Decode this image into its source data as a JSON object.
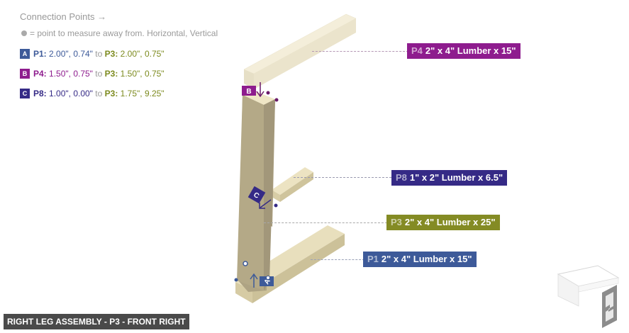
{
  "legend": {
    "title": "Connection Points →",
    "note": "= point to measure away from. Horizontal, Vertical",
    "connections": [
      {
        "badge": "A",
        "color": "#3d5a99",
        "from_part": "P1:",
        "from_values": "2.00\", 0.74\"",
        "to": "to",
        "to_part": "P3:",
        "to_values": "2.00\", 0.75\"",
        "from_color": "#3d5a99",
        "to_color": "#7c8a1e"
      },
      {
        "badge": "B",
        "color": "#8e1c8e",
        "from_part": "P4:",
        "from_values": "1.50\", 0.75\"",
        "to": "to",
        "to_part": "P3:",
        "to_values": "1.50\", 0.75\"",
        "from_color": "#8e1c8e",
        "to_color": "#7c8a1e"
      },
      {
        "badge": "C",
        "color": "#352a86",
        "from_part": "P8:",
        "from_values": "1.00\", 0.00\"",
        "to": "to",
        "to_part": "P3:",
        "to_values": "1.75\", 9.25\"",
        "from_color": "#352a86",
        "to_color": "#7c8a1e"
      }
    ]
  },
  "parts": [
    {
      "id": "P4",
      "desc": "2\" x 4\" Lumber  x 15\"",
      "color": "#8e1c8e"
    },
    {
      "id": "P8",
      "desc": "1\" x 2\" Lumber x 6.5\"",
      "color": "#352a86"
    },
    {
      "id": "P3",
      "desc": "2\" x 4\" Lumber  x 25\"",
      "color": "#848b24"
    },
    {
      "id": "P1",
      "desc": "2\" x 4\" Lumber  x 15\"",
      "color": "#3d5a99"
    }
  ],
  "markers": {
    "a": "A",
    "b": "B",
    "c": "C"
  },
  "caption": "RIGHT LEG ASSEMBLY - P3 - FRONT RIGHT",
  "thumbnail": {
    "icon": "assembly-thumbnail-icon"
  }
}
